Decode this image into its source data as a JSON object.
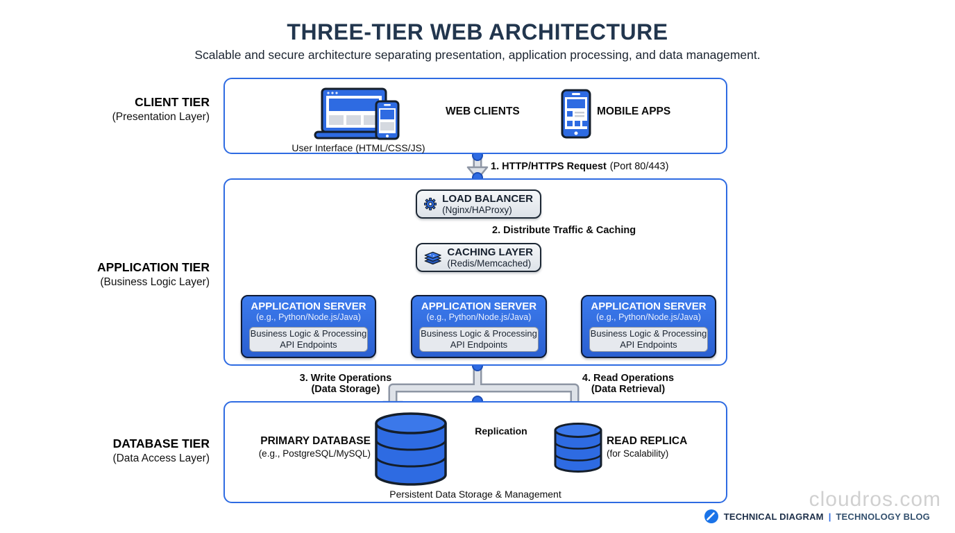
{
  "title": "THREE-TIER WEB ARCHITECTURE",
  "subtitle": "Scalable and secure architecture separating presentation, application processing, and data management.",
  "tiers": {
    "client": {
      "name": "CLIENT TIER",
      "layer": "(Presentation Layer)"
    },
    "application": {
      "name": "APPLICATION TIER",
      "layer": "(Business Logic Layer)"
    },
    "database": {
      "name": "DATABASE TIER",
      "layer": "(Data Access Layer)"
    }
  },
  "client": {
    "web_clients": "WEB CLIENTS",
    "mobile_apps": "MOBILE APPS",
    "caption": "User Interface (HTML/CSS/JS)"
  },
  "flows": {
    "request_bold": "1. HTTP/HTTPS Request",
    "request_normal": "(Port 80/443)",
    "distribute": "2. Distribute Traffic & Caching",
    "write_line1": "3. Write Operations",
    "write_line2": "(Data Storage)",
    "read_line1": "4. Read Operations",
    "read_line2": "(Data Retrieval)",
    "replication": "Replication"
  },
  "load_balancer": {
    "title": "LOAD BALANCER",
    "subtitle": "(Nginx/HAProxy)"
  },
  "caching": {
    "title": "CACHING LAYER",
    "subtitle": "(Redis/Memcached)"
  },
  "app_servers": [
    {
      "title": "APPLICATION SERVER",
      "subtitle": "(e.g., Python/Node.js/Java)",
      "inner_line1": "Business Logic & Processing",
      "inner_line2": "API Endpoints"
    },
    {
      "title": "APPLICATION SERVER",
      "subtitle": "(e.g., Python/Node.js/Java)",
      "inner_line1": "Business Logic & Processing",
      "inner_line2": "API Endpoints"
    },
    {
      "title": "APPLICATION SERVER",
      "subtitle": "(e.g., Python/Node.js/Java)",
      "inner_line1": "Business Logic & Processing",
      "inner_line2": "API Endpoints"
    }
  ],
  "database": {
    "primary_title": "PRIMARY DATABASE",
    "primary_subtitle": "(e.g., PostgreSQL/MySQL)",
    "replica_title": "READ REPLICA",
    "replica_subtitle": "(for Scalability)",
    "caption": "Persistent Data Storage & Management"
  },
  "footer": {
    "watermark": "cloudros.com",
    "brand_bold": "TECHNICAL DIAGRAM",
    "separator": "|",
    "brand_rest": "TECHNOLOGY BLOG"
  },
  "icons": {
    "client_devices": "laptop-phone-icon",
    "mobile_apps": "smartphone-icon",
    "load_balancer": "gear-icon",
    "caching_layer": "layer-stack-icon",
    "primary_database": "database-cylinder-icon",
    "read_replica": "database-cylinder-icon",
    "brand_logo": "pen-circle-icon"
  },
  "colors": {
    "accent_blue": "#2e6be2",
    "title_navy": "#22364e",
    "arrow_fill": "#dee2e8",
    "arrow_border": "#8e96a4",
    "replication_arrow": "#4d5766",
    "node_border_dark": "#141e2b",
    "watermark_gray": "#c9c9c9"
  }
}
